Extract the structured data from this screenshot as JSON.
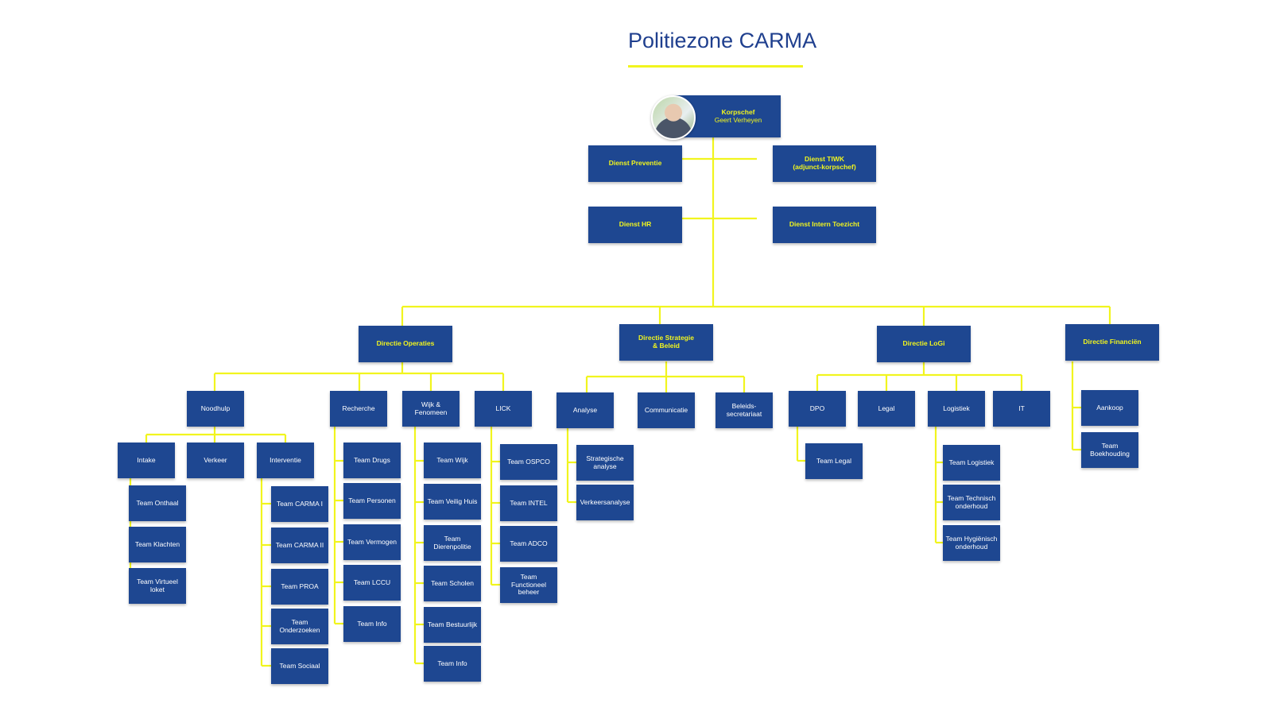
{
  "title": "Politiezone CARMA",
  "colors": {
    "box": "#1e4791",
    "line": "#f1f51e",
    "title": "#1f3f8e",
    "highlight_text": "#f1f51e"
  },
  "chief": {
    "role": "Korpschef",
    "name": "Geert Verheyen",
    "avatar_icon": "person-photo"
  },
  "staff": {
    "preventie": "Dienst Preventie",
    "tiwk_line1": "Dienst TIWK",
    "tiwk_line2": "(adjunct-korpschef)",
    "hr": "Dienst HR",
    "intern_toezicht": "Dienst Intern Toezicht"
  },
  "directies": {
    "operaties": "Directie Operaties",
    "strategie_line1": "Directie Strategie",
    "strategie_line2": "& Beleid",
    "logi": "Directie LoGi",
    "financien": "Directie Financiën"
  },
  "operaties": {
    "noodhulp": "Noodhulp",
    "recherche": "Recherche",
    "wijk_line1": "Wijk &",
    "wijk_line2": "Fenomeen",
    "lick": "LICK",
    "intake": "Intake",
    "verkeer": "Verkeer",
    "interventie": "Interventie",
    "intake_teams": [
      "Team Onthaal",
      "Team Klachten",
      "Team Virtueel loket"
    ],
    "interventie_teams": [
      "Team CARMA I",
      "Team CARMA II",
      "Team PROA",
      "Team Onderzoeken",
      "Team Sociaal"
    ],
    "recherche_teams": [
      "Team Drugs",
      "Team Personen",
      "Team Vermogen",
      "Team LCCU",
      "Team Info"
    ],
    "wijk_teams": [
      "Team Wijk",
      "Team Veilig Huis",
      "Team Dierenpolitie",
      "Team Scholen",
      "Team Bestuurlijk",
      "Team Info"
    ],
    "lick_teams": [
      "Team OSPCO",
      "Team INTEL",
      "Team ADCO",
      "Team Functioneel beheer"
    ]
  },
  "strategie": {
    "analyse": "Analyse",
    "communicatie": "Communicatie",
    "beleid_line1": "Beleids-",
    "beleid_line2": "secretariaat",
    "analyse_teams": [
      "Strategische analyse",
      "Verkeersanalyse"
    ]
  },
  "logi": {
    "dpo": "DPO",
    "legal": "Legal",
    "logistiek": "Logistiek",
    "it": "IT",
    "dpo_teams": [
      "Team Legal"
    ],
    "logistiek_teams": [
      "Team Logistiek",
      "Team Technisch onderhoud",
      "Team Hygiënisch onderhoud"
    ]
  },
  "financien": {
    "teams": [
      "Aankoop",
      "Team Boekhouding"
    ]
  }
}
